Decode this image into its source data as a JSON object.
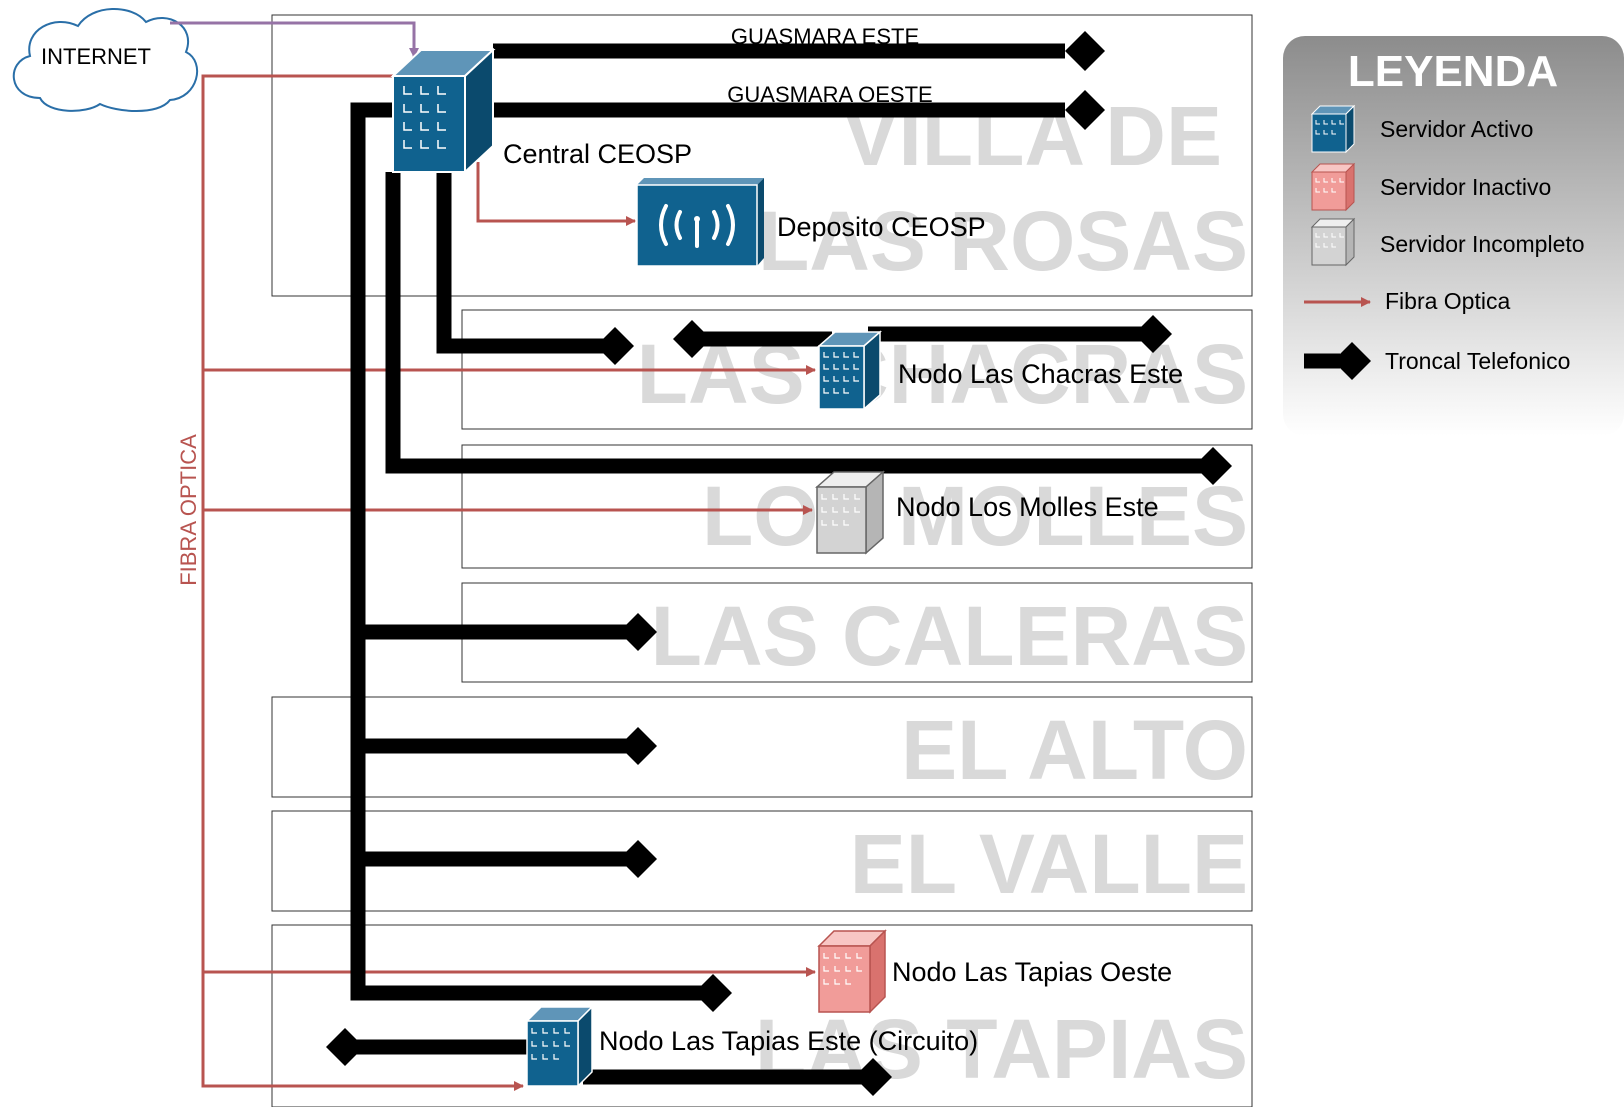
{
  "zones": {
    "villa": "VILLA DE",
    "rosas": "LAS ROSAS",
    "chacras": "LAS CHACRAS",
    "molles": "LOS MOLLES",
    "caleras": "LAS CALERAS",
    "alto": "EL ALTO",
    "valle": "EL VALLE",
    "tapias": "LAS TAPIAS"
  },
  "labels": {
    "internet": "INTERNET",
    "guasmara_este": "GUASMARA ESTE",
    "guasmara_oeste": "GUASMARA OESTE",
    "central": "Central CEOSP",
    "deposito": "Deposito CEOSP",
    "chacras_este": "Nodo Las Chacras Este",
    "molles_este": "Nodo Los Molles Este",
    "tapias_oeste": "Nodo Las Tapias Oeste",
    "tapias_este": "Nodo Las Tapias Este (Circuito)",
    "fibra_optica": "FIBRA OPTICA"
  },
  "legend": {
    "title": "LEYENDA",
    "items": [
      "Servidor Activo",
      "Servidor Inactivo",
      "Servidor Incompleto",
      "Fibra Optica",
      "Troncal Telefonico"
    ]
  },
  "colors": {
    "active_server": "#10628f",
    "inactive_server": "#f19c99",
    "incomplete_server": "#d3d3d3",
    "fiber": "#b85450",
    "internet_link": "#9673a6",
    "trunk": "#000000"
  }
}
